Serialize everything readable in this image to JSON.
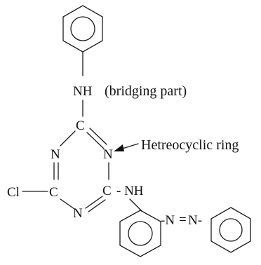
{
  "labels": {
    "nh_top": "NH",
    "bridging_part": "(bridging part)",
    "c_top": "C",
    "n_left": "N",
    "n_right": "N",
    "heterocyclic_ring": "Hetreocyclic ring",
    "cl": "Cl",
    "c_left": "C",
    "c_right": "C",
    "nh_right": "- NH",
    "n_bottom": "N",
    "azo_n1": "-N",
    "azo_eq": "=",
    "azo_n2": "N-"
  },
  "colors": {
    "ink": "#1a1a1a",
    "background": "#ffffff"
  }
}
